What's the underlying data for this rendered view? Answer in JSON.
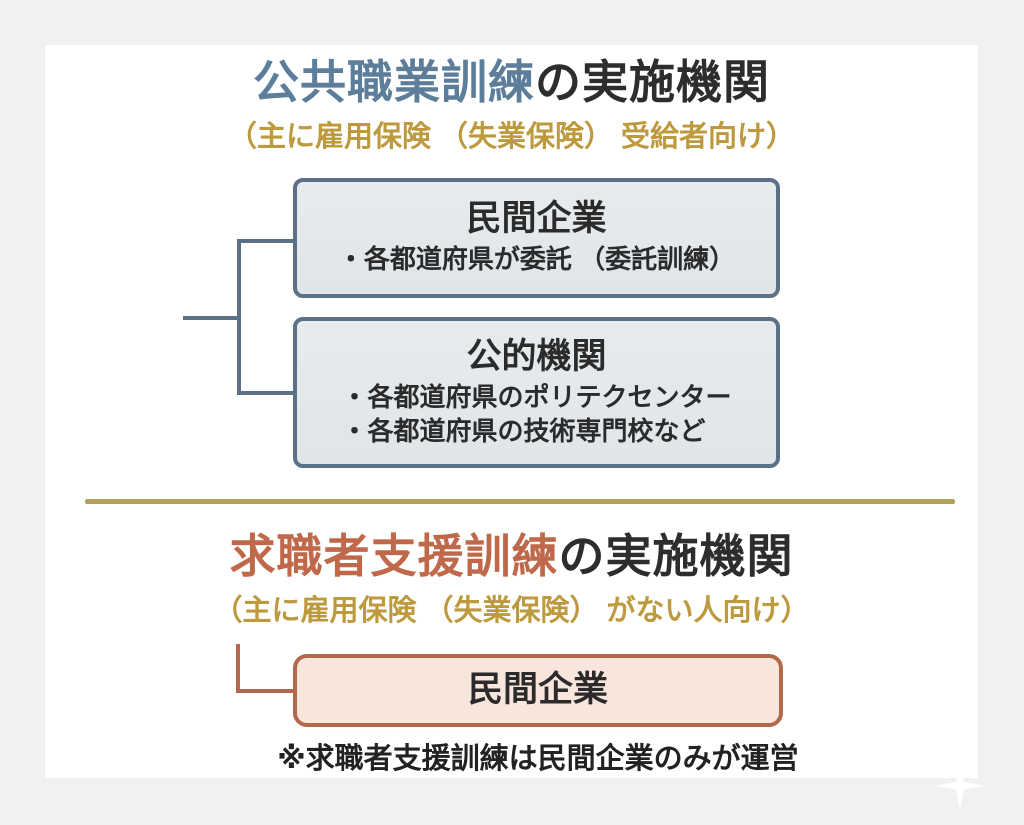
{
  "canvas": {
    "background": "#f1f1f2",
    "card_background": "#ffffff"
  },
  "colors": {
    "public_title_accent": "#5d7e9b",
    "title_dark": "#2d2d2d",
    "subtitle_gold": "#bd9a3e",
    "box_border_slate": "#5a7186",
    "box_fill_slate": "#e3e8ec",
    "divider_gold": "#b2a05f",
    "jobseeker_title_accent": "#c0694a",
    "box_border_terracotta": "#b2684a",
    "box_fill_terracotta": "#f8e5dc",
    "note_dark": "#222222"
  },
  "sections": {
    "public": {
      "title_accent": "公共職業訓練",
      "title_rest": "の実施機関",
      "subtitle": "（主に雇用保険 （失業保険） 受給者向け）",
      "boxes": [
        {
          "heading": "民間企業",
          "bullets": [
            "・各都道府県が委託 （委託訓練）"
          ]
        },
        {
          "heading": "公的機関",
          "bullets": [
            "・各都道府県のポリテクセンター",
            "・各都道府県の技術専門校など"
          ]
        }
      ]
    },
    "jobseeker": {
      "title_accent": "求職者支援訓練",
      "title_rest": "の実施機関",
      "subtitle": "（主に雇用保険 （失業保険） がない人向け）",
      "boxes": [
        {
          "heading": "民間企業"
        }
      ],
      "note": "※求職者支援訓練は民間企業のみが運営"
    }
  }
}
